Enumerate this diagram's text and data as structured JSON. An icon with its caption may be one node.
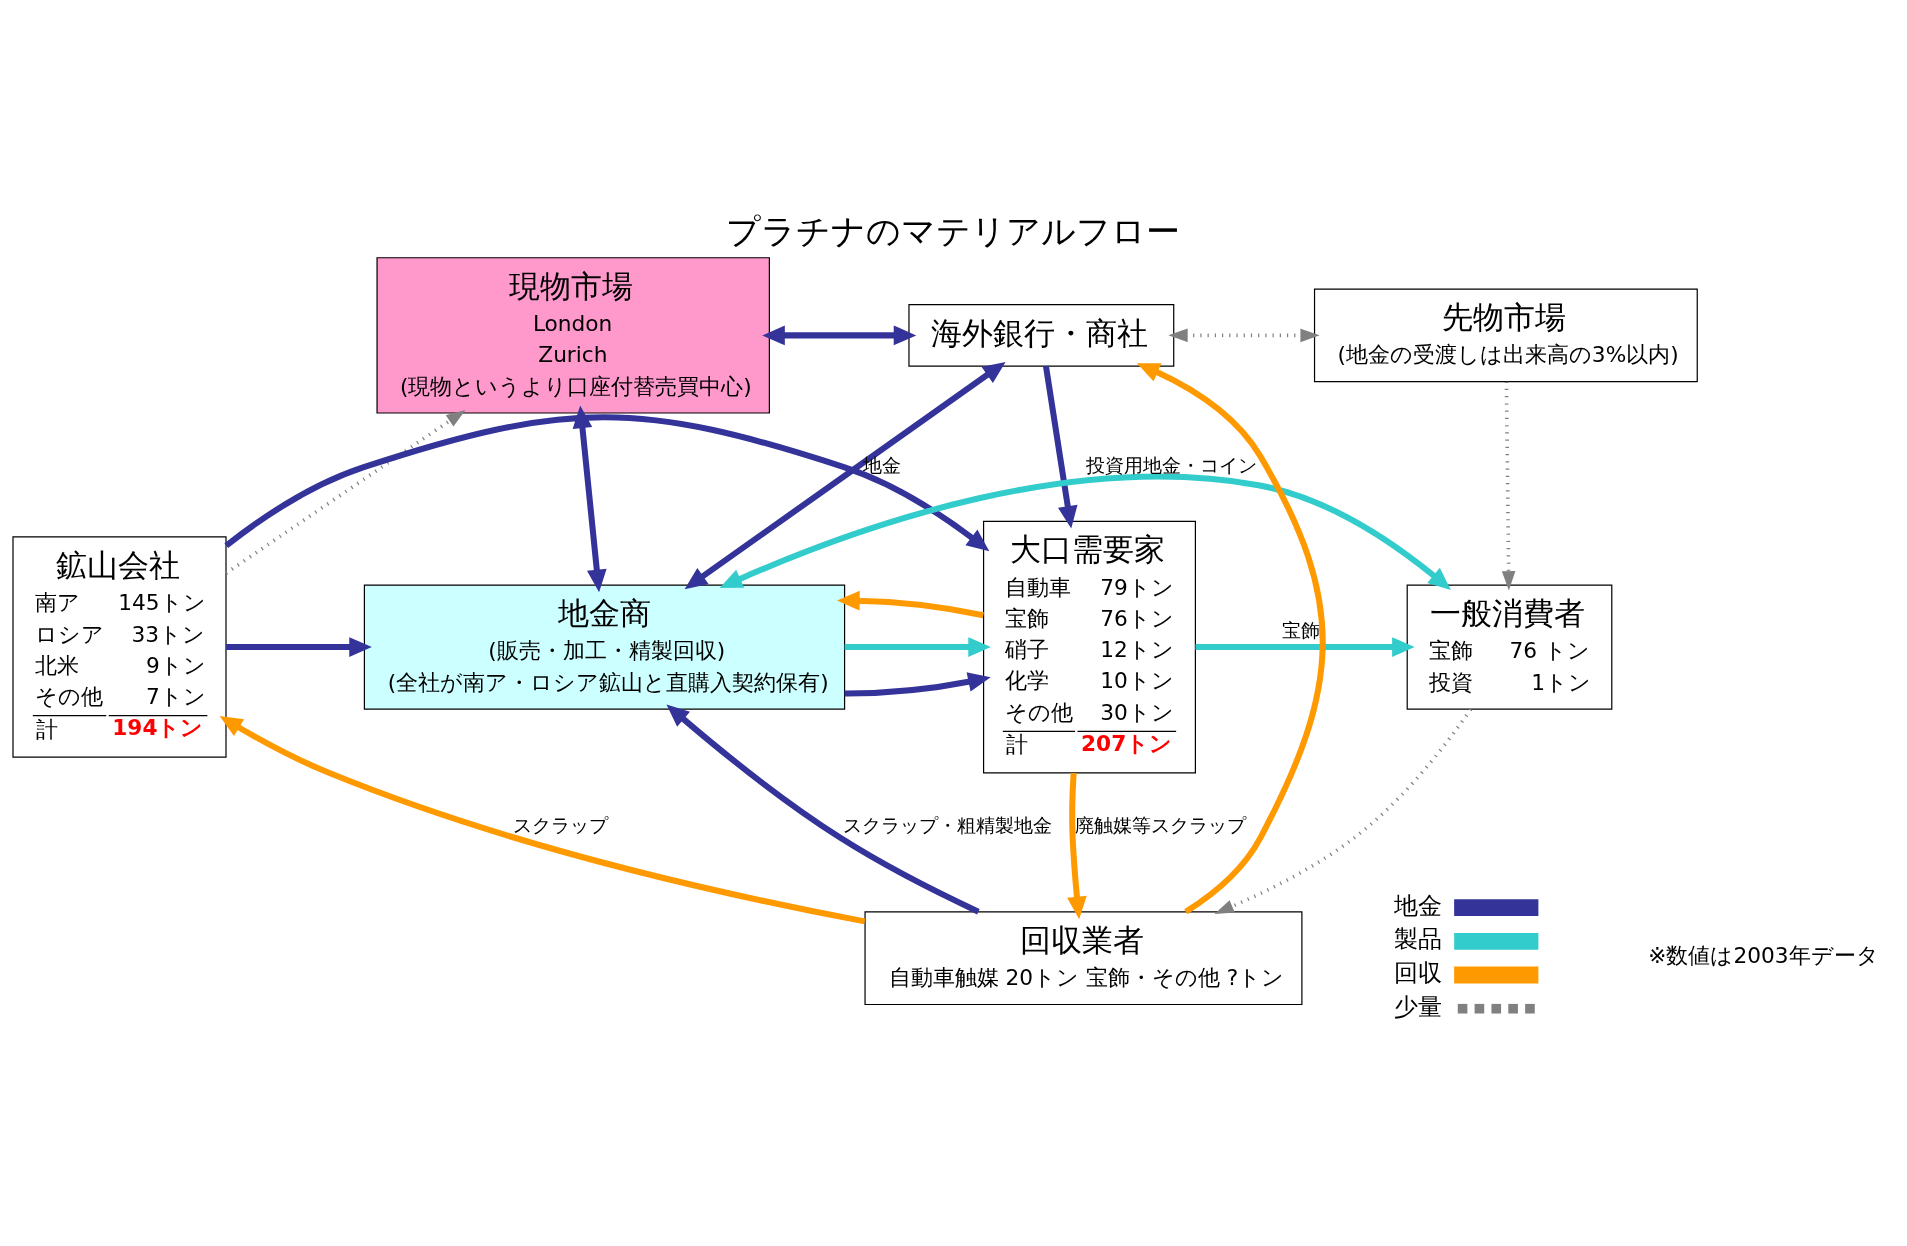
{
  "diagram": {
    "title": "プラチナのマテリアルフロー",
    "nodes": [
      {
        "text": [
          "現物市場",
          "London",
          "Zurich",
          "(現物というより口座付替売買中心)"
        ]
      },
      {
        "text": [
          "海外銀行・商社"
        ]
      },
      {
        "text": [
          "先物市場",
          "(地金の受渡しは出来高の3%以内)"
        ]
      },
      {
        "text": [
          "鉱山会社",
          "南ア",
          "145トン",
          "ロシア",
          "33トン",
          "北米",
          "9トン",
          "その他",
          "7トン",
          "計",
          "194トン"
        ]
      },
      {
        "text": [
          "地金商",
          "(販売・加工・精製回収)",
          "(全社が南ア・ロシア鉱山と直購入契約保有)"
        ]
      },
      {
        "text": [
          "大口需要家",
          "自動車",
          "79トン",
          "宝飾",
          "76トン",
          "硝子",
          "12トン",
          "化学",
          "10トン",
          "その他",
          "30トン",
          "計",
          "207トン"
        ]
      },
      {
        "text": [
          "一般消費者",
          "宝飾",
          "76 トン",
          "投資",
          "1トン"
        ]
      },
      {
        "text": [
          "回収業者",
          "自動車触媒 20トン 宝飾・その他 ?トン"
        ]
      }
    ],
    "edges": [
      {
        "from": 0,
        "to": 1,
        "arrow": "both"
      },
      {
        "from": 0,
        "to": 4,
        "arrow": "both"
      },
      {
        "from": 1,
        "to": 4,
        "arrow": "both",
        "label": "地金"
      },
      {
        "from": 1,
        "to": 2,
        "arrow": "both",
        "style": "dashed",
        "color": "#808080"
      },
      {
        "from": 1,
        "to": 5,
        "arrow": "to"
      },
      {
        "from": 3,
        "to": 0,
        "arrow": "to",
        "style": "dashed",
        "color": "#808080"
      },
      {
        "from": 2,
        "to": 6,
        "arrow": "to",
        "style": "dashed",
        "color": "#808080"
      },
      {
        "from": 3,
        "to": 5,
        "arrow": "to"
      },
      {
        "from": 3,
        "to": 4,
        "arrow": "to"
      },
      {
        "from": 4,
        "to": 5,
        "arrow": "to"
      },
      {
        "from": 4,
        "to": 5,
        "arrow": "to",
        "color": "#33cccc"
      },
      {
        "from": 5,
        "to": 4,
        "arrow": "to",
        "color": "#ff9900"
      },
      {
        "from": 5,
        "to": 6,
        "arrow": "to",
        "label": "宝飾",
        "color": "#33cccc"
      },
      {
        "from": 4,
        "to": 6,
        "arrow": "both",
        "label": "投資用地金・コイン",
        "color": "#33cccc"
      },
      {
        "from": 5,
        "to": 7,
        "arrow": "to",
        "label": "廃触媒等スクラップ",
        "color": "#ff9900"
      },
      {
        "from": 7,
        "to": 4,
        "arrow": "to",
        "label": "スクラップ・粗精製地金"
      },
      {
        "from": 7,
        "to": 3,
        "arrow": "to",
        "label": "スクラップ",
        "color": "#ff9900"
      },
      {
        "from": 7,
        "to": 1,
        "arrow": "to",
        "color": "#ff9900"
      },
      {
        "from": 6,
        "to": 7,
        "arrow": "to",
        "style": "dashed",
        "color": "#808080"
      }
    ],
    "labels": [
      "※数値は2003年データ"
    ],
    "legend": [
      {
        "text": "地金",
        "color": "#333399"
      },
      {
        "text": "製品",
        "color": "#33cccc"
      },
      {
        "text": "回収",
        "color": "#ff9900"
      },
      {
        "text": "少量"
      }
    ]
  }
}
